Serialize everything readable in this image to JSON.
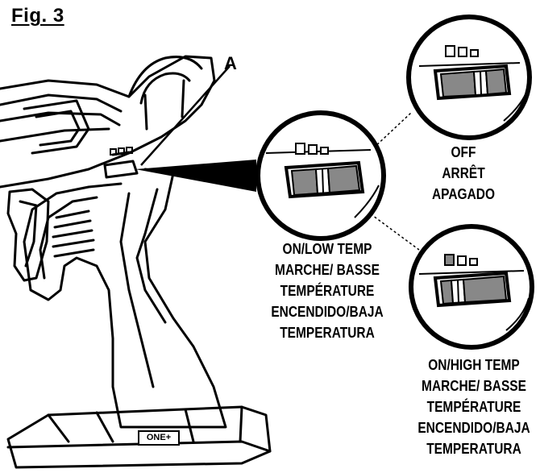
{
  "figure": {
    "title": "Fig. 3",
    "callout": "A"
  },
  "settings": {
    "off": {
      "lines": [
        "OFF",
        "ARRÊT",
        "APAGADO"
      ]
    },
    "low": {
      "lines": [
        "ON/LOW TEMP",
        "MARCHE/ BASSE",
        "TEMPÉRATURE",
        "ENCENDIDO/BAJA",
        "TEMPERATURA"
      ]
    },
    "high": {
      "lines": [
        "ON/HIGH TEMP",
        "MARCHE/ BASSE",
        "TEMPÉRATURE",
        "ENCENDIDO/BAJA",
        "TEMPERATURA"
      ]
    }
  },
  "brand_logo": "ONE+"
}
